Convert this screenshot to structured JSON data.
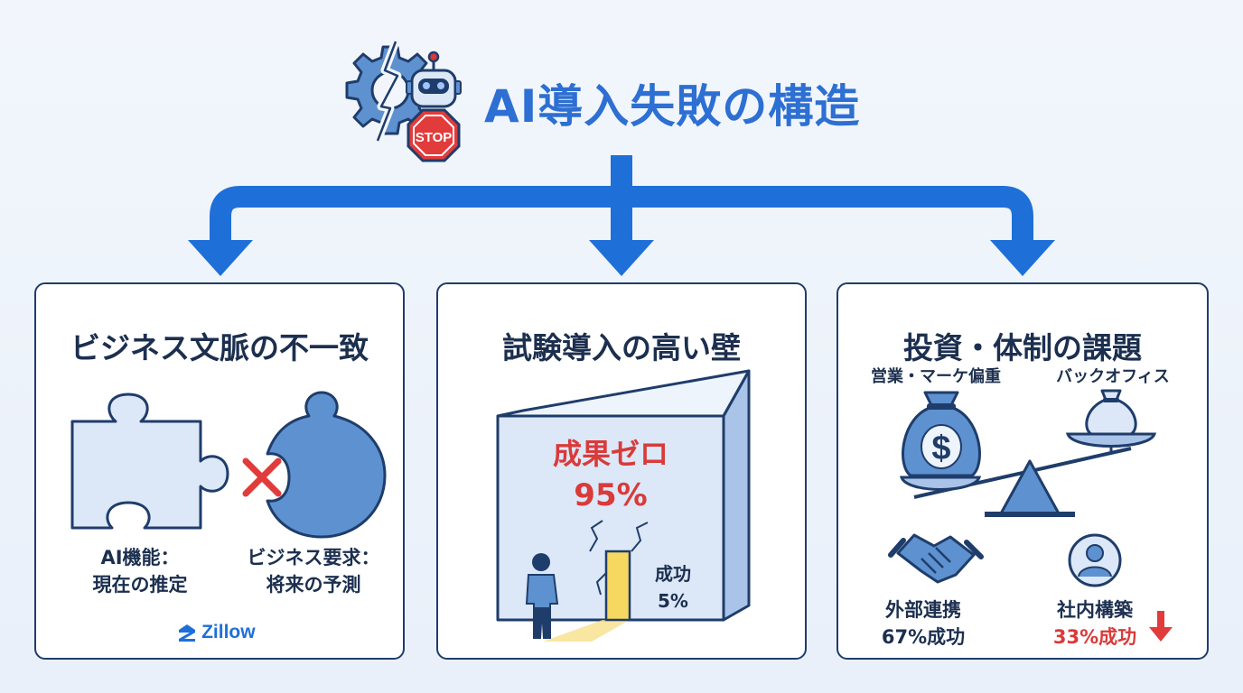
{
  "header": {
    "title": "AI導入失敗の構造",
    "stop_sign": "STOP"
  },
  "cards": [
    {
      "title": "ビジネス文脈の不一致",
      "left_label": [
        "AI機能：",
        "現在の推定"
      ],
      "right_label": [
        "ビジネス要求：",
        "将来の予測"
      ],
      "logo": "Zillow"
    },
    {
      "title": "試験導入の高い壁",
      "wall_label": "成果ゼロ",
      "wall_value": "95%",
      "success_label": "成功",
      "success_value": "5%"
    },
    {
      "title": "投資・体制の課題",
      "scale_left": "営業・マーケ偏重",
      "scale_right": "バックオフィス",
      "money_symbol": "$",
      "external": [
        "外部連携",
        "67%成功"
      ],
      "internal": [
        "社内構築",
        "33%成功"
      ]
    }
  ],
  "colors": {
    "accent": "#2d6fd2",
    "flow": "#1f6fd8",
    "navy": "#1f3d6b",
    "fill": "#dce8f7",
    "fill_mid": "#5e91cf",
    "alert": "#d93a3a"
  }
}
